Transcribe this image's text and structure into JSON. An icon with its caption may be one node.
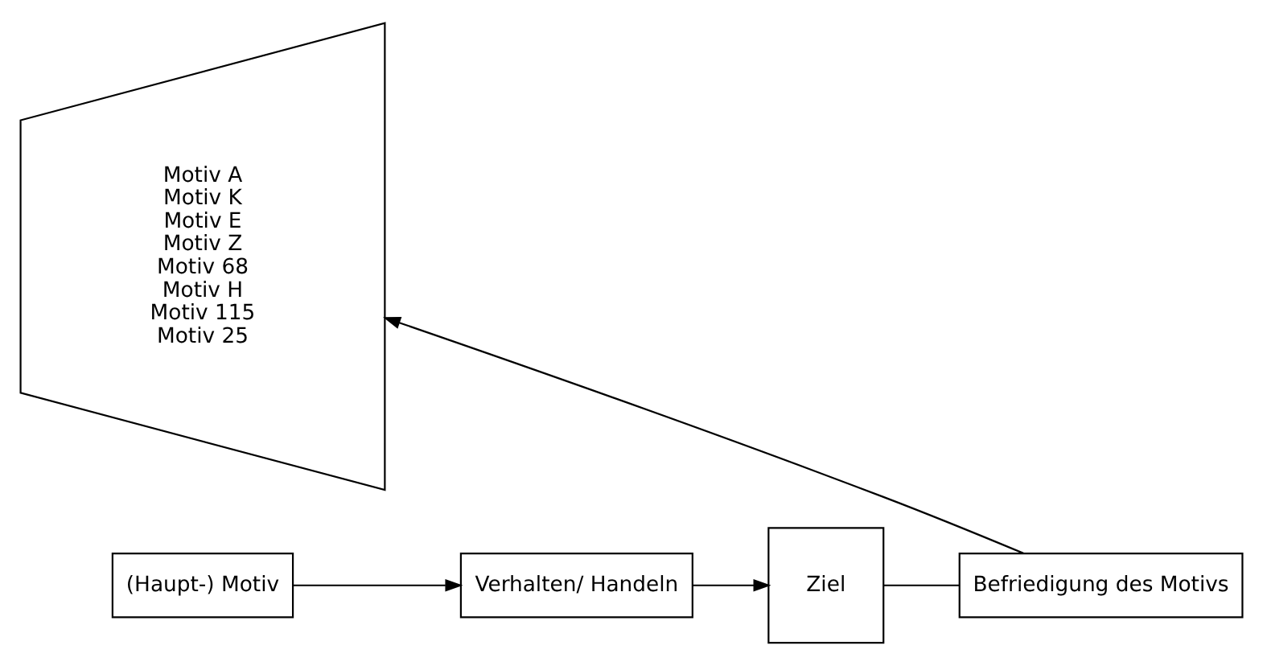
{
  "diagram": {
    "nodes": [
      {
        "text": [
          "Motiv A",
          "Motiv K",
          "Motiv E",
          "Motiv Z",
          "Motiv 68",
          "Motiv H",
          "Motiv 115",
          "Motiv 25"
        ]
      },
      {
        "text": [
          "(Haupt-) Motiv"
        ]
      },
      {
        "text": [
          "Verhalten/ Handeln"
        ]
      },
      {
        "text": [
          "Ziel"
        ]
      },
      {
        "text": [
          "Befriedigung des Motivs"
        ]
      }
    ],
    "edges": [
      {
        "from": 1,
        "to": 2,
        "arrow": "to"
      },
      {
        "from": 2,
        "to": 3,
        "arrow": "to"
      },
      {
        "from": 3,
        "to": 4,
        "arrow": "none"
      },
      {
        "from": 4,
        "to": 0,
        "arrow": "to"
      }
    ]
  }
}
